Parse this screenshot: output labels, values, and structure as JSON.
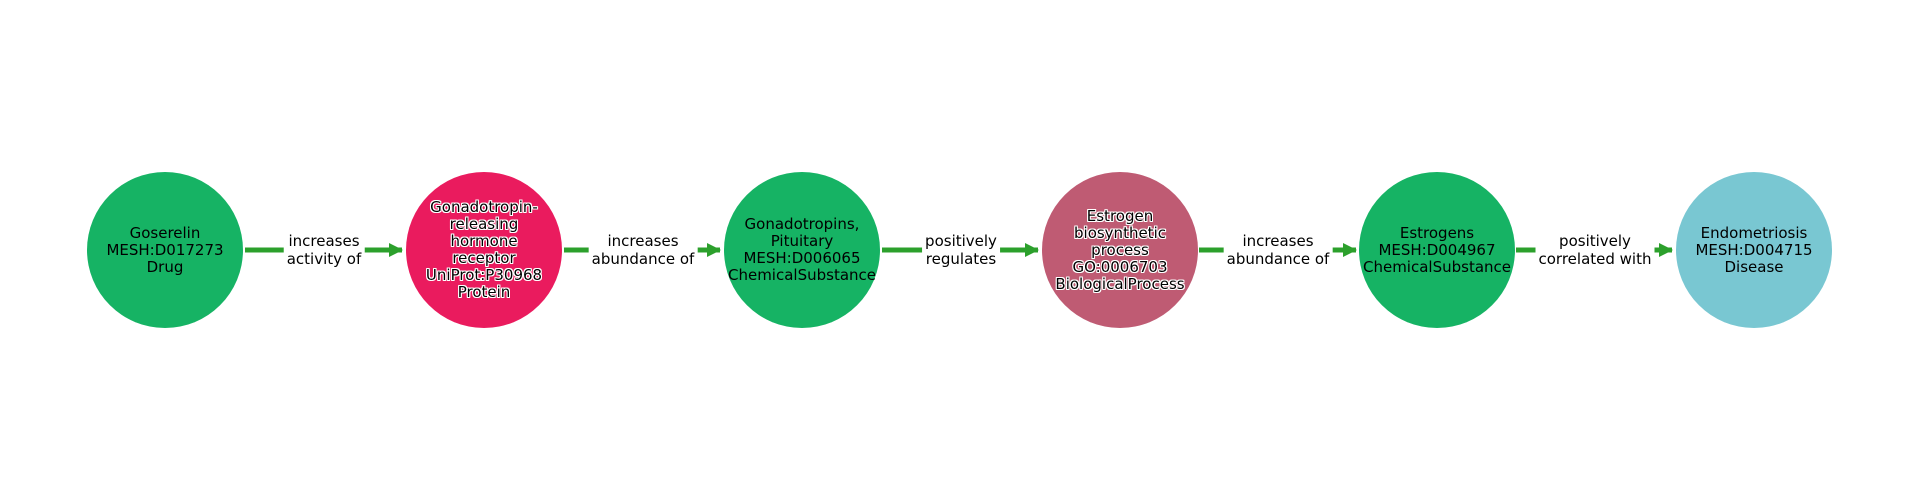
{
  "diagram": {
    "background": "#ffffff",
    "arrow_color": "#2ca02c",
    "nodes": [
      {
        "id": "goserelin",
        "text": "Goserelin\nMESH:D017273\nDrug",
        "color": "#16b364"
      },
      {
        "id": "gnrh-receptor",
        "text": "Gonadotropin-\nreleasing\nhormone\nreceptor\nUniProt:P30968\nProtein",
        "color": "#ea1b5e"
      },
      {
        "id": "gonadotropins-pituitary",
        "text": "Gonadotropins,\nPituitary\nMESH:D006065\nChemicalSubstance",
        "color": "#16b364"
      },
      {
        "id": "estrogen-biosynthetic-process",
        "text": "Estrogen\nbiosynthetic\nprocess\nGO:0006703\nBiologicalProcess",
        "color": "#bf5b73"
      },
      {
        "id": "estrogens",
        "text": "Estrogens\nMESH:D004967\nChemicalSubstance",
        "color": "#16b364"
      },
      {
        "id": "endometriosis",
        "text": "Endometriosis\nMESH:D004715\nDisease",
        "color": "#79c7d2"
      }
    ],
    "edges": [
      {
        "label": "increases\nactivity of"
      },
      {
        "label": "increases\nabundance of"
      },
      {
        "label": "positively\nregulates"
      },
      {
        "label": "increases\nabundance of"
      },
      {
        "label": "positively\ncorrelated with"
      }
    ]
  }
}
